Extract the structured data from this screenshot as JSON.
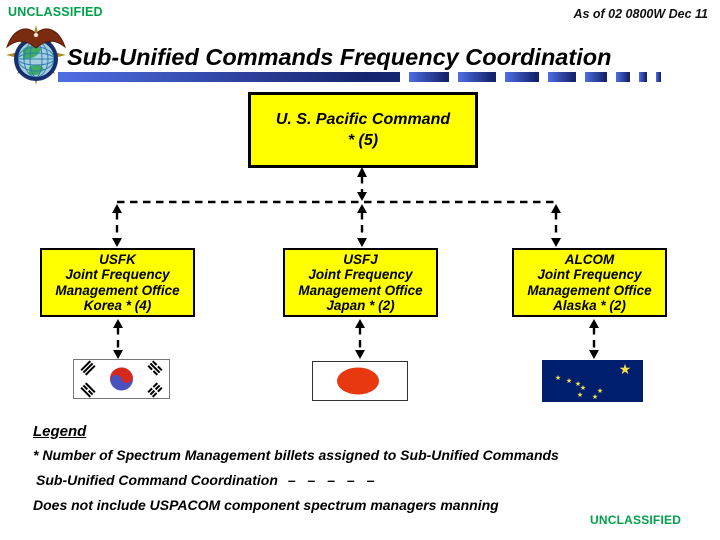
{
  "page": {
    "classification_top": "UNCLASSIFIED",
    "classification_bottom": "UNCLASSIFIED",
    "as_of": "As of 02 0800W Dec 11",
    "title": "Sub-Unified Commands Frequency Coordination"
  },
  "org_chart": {
    "root": {
      "lines": [
        "U. S. Pacific Command",
        "* (5)"
      ]
    },
    "children": [
      {
        "lines": [
          "USFK",
          "Joint Frequency",
          "Management Office",
          "Korea  * (4)"
        ],
        "flag": "south-korea-flag"
      },
      {
        "lines": [
          "USFJ",
          "Joint Frequency",
          "Management Office",
          "Japan * (2)"
        ],
        "flag": "japan-flag"
      },
      {
        "lines": [
          "ALCOM",
          "Joint Frequency",
          "Management Office",
          "Alaska * (2)"
        ],
        "flag": "alaska-flag"
      }
    ]
  },
  "legend": {
    "heading": "Legend",
    "billets_note": "*  Number of Spectrum Management billets assigned to Sub-Unified Commands",
    "coordination_label": "Sub-Unified Command Coordination",
    "dash_sample": "– – – – –",
    "manning_note": "Does not include USPACOM component spectrum managers manning"
  },
  "colors": {
    "classification_green": "#00A14B",
    "node_yellow": "#FFFF00",
    "bar_blue_light": "#4F6EE3",
    "bar_blue_dark": "#15246E",
    "flag_red": "#E8380F",
    "flag_navy": "#001E6E",
    "star_gold": "#F2E14C"
  }
}
